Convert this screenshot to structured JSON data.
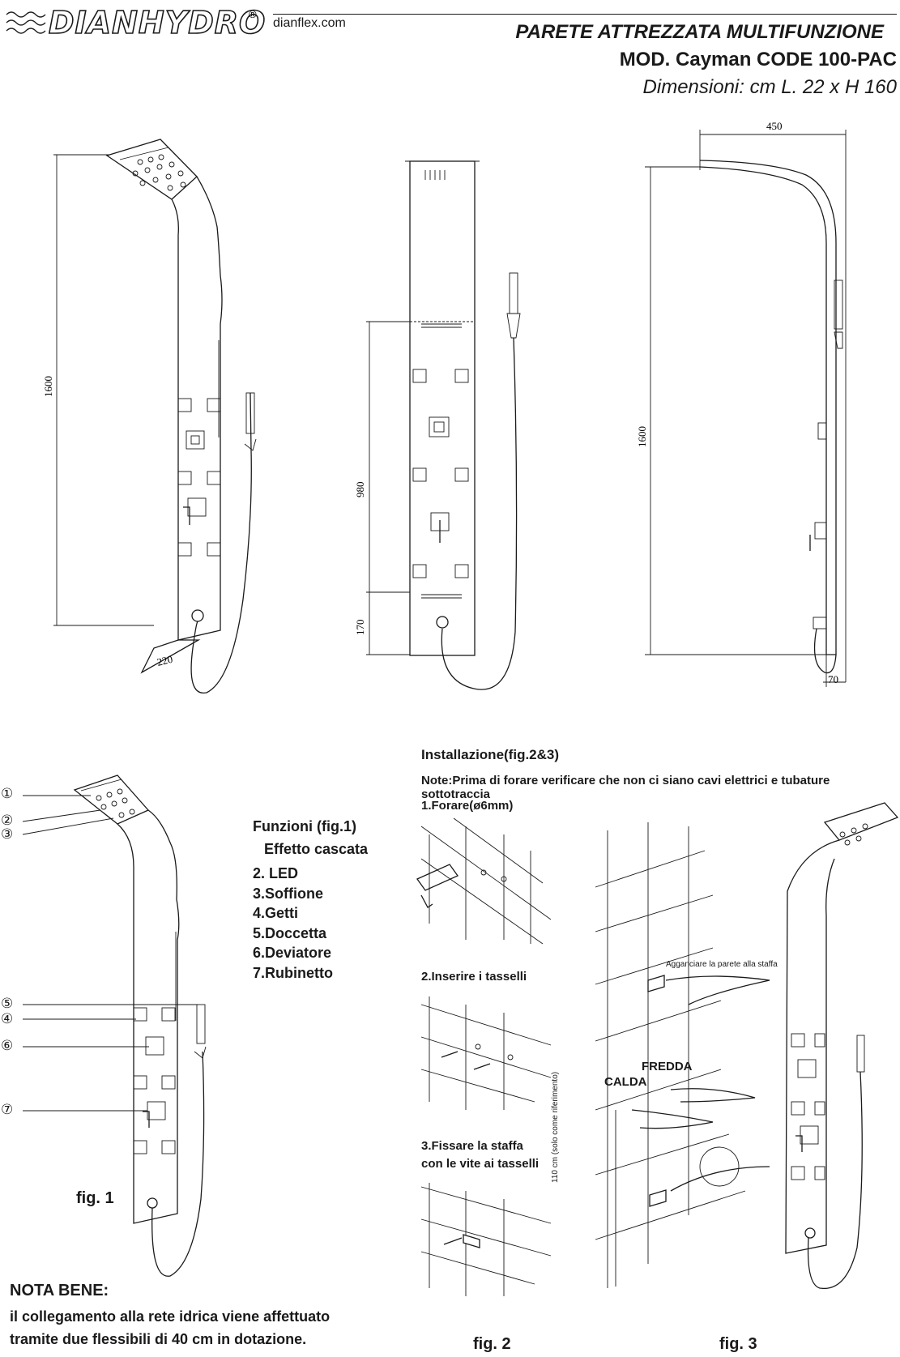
{
  "header": {
    "logo_text": "DIANHYDRO",
    "logo_reg": "®",
    "website": "dianflex.com",
    "title": "PARETE ATTREZZATA MULTIFUNZIONE",
    "model": "MOD. Cayman CODE 100-PAC",
    "dimensions": "Dimensioni: cm L. 22 x H 160"
  },
  "drawings": {
    "dims": {
      "front_height": "1600",
      "front_width": "220",
      "mid_height": "980",
      "mid_base": "170",
      "side_depth": "450",
      "side_height": "1600",
      "side_base": "70"
    }
  },
  "fig1": {
    "callouts": [
      "①",
      "②",
      "③",
      "⑤",
      "④",
      "⑥",
      "⑦"
    ],
    "caption": "fig. 1"
  },
  "funzioni": {
    "title": "Funzioni (fig.1)",
    "items": [
      "Effetto cascata",
      "2. LED",
      "3.Soffione",
      "4.Getti",
      "5.Doccetta",
      "6.Deviatore",
      "7.Rubinetto"
    ]
  },
  "installazione": {
    "title": "Installazione(fig.2&3)",
    "note": "Note:Prima di forare verificare che non ci siano cavi elettrici e tubature sottotraccia",
    "step1": "1.Forare(ø6mm)",
    "step2": "2.Inserire i tasselli",
    "step3_line1": "3.Fissare la staffa",
    "step3_line2": "con le vite ai tasselli",
    "fig2_caption": "fig. 2",
    "fig3_caption": "fig. 3",
    "fig3_hang": "Agganciare la parete alla staffa",
    "fig3_cold": "FREDDA",
    "fig3_hot": "CALDA",
    "fig3_ref": "110 cm (solo come riferimento)"
  },
  "nota": {
    "title": "NOTA BENE:",
    "line1": "il collegamento alla rete idrica viene affettuato",
    "line2": "tramite  due flessibili di 40 cm in dotazione."
  }
}
